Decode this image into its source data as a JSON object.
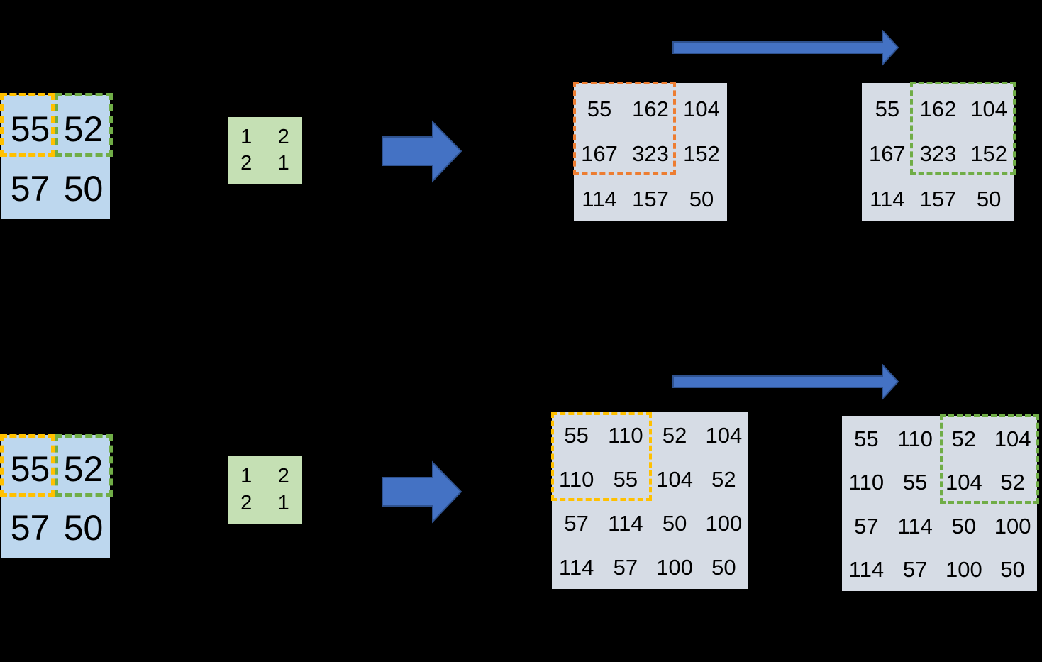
{
  "colors": {
    "background": "#000000",
    "input_matrix_fill": "#BDD7EE",
    "kernel_fill": "#C5E0B4",
    "output_matrix_fill": "#D6DCE5",
    "arrow_fill": "#4472C4",
    "arrow_stroke": "#2F528F",
    "highlight_yellow": "#FFC000",
    "highlight_orange": "#ED7D31",
    "highlight_green": "#70AD47",
    "text": "#000000"
  },
  "top_row": {
    "input_matrix": [
      [
        "55",
        "52"
      ],
      [
        "57",
        "50"
      ]
    ],
    "kernel": [
      [
        "1",
        "2"
      ],
      [
        "2",
        "1"
      ]
    ],
    "output_matrix_stage1": [
      [
        "55",
        "162",
        "104"
      ],
      [
        "167",
        "323",
        "152"
      ],
      [
        "114",
        "157",
        "50"
      ]
    ],
    "output_matrix_stage2": [
      [
        "55",
        "162",
        "104"
      ],
      [
        "167",
        "323",
        "152"
      ],
      [
        "114",
        "157",
        "50"
      ]
    ]
  },
  "bottom_row": {
    "input_matrix": [
      [
        "55",
        "52"
      ],
      [
        "57",
        "50"
      ]
    ],
    "kernel": [
      [
        "1",
        "2"
      ],
      [
        "2",
        "1"
      ]
    ],
    "output_matrix_stage1": [
      [
        "55",
        "110",
        "52",
        "104"
      ],
      [
        "110",
        "55",
        "104",
        "52"
      ],
      [
        "57",
        "114",
        "50",
        "100"
      ],
      [
        "114",
        "57",
        "100",
        "50"
      ]
    ],
    "output_matrix_stage2": [
      [
        "55",
        "110",
        "52",
        "104"
      ],
      [
        "110",
        "55",
        "104",
        "52"
      ],
      [
        "57",
        "114",
        "50",
        "100"
      ],
      [
        "114",
        "57",
        "100",
        "50"
      ]
    ]
  }
}
